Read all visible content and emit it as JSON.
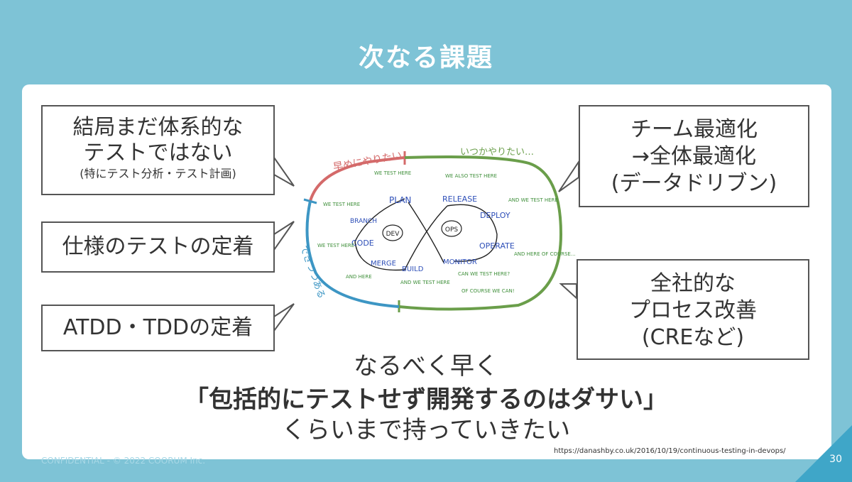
{
  "slide": {
    "title": "次なる課題",
    "page_number": "30",
    "footer": "CONFIDENTIAL - © 2022 COORUM Inc.",
    "source_url": "https://danashby.co.uk/2016/10/19/continuous-testing-in-devops/"
  },
  "callouts": {
    "c1_line1": "結局まだ体系的な",
    "c1_line2": "テストではない",
    "c1_small": "(特にテスト分析・テスト計画)",
    "c2": "仕様のテストの定着",
    "c3": "ATDD・TDDの定着",
    "c4_line1": "チーム最適化",
    "c4_line2": "→全体最適化",
    "c4_line3": "(データドリブン)",
    "c5_line1": "全社的な",
    "c5_line2": "プロセス改善",
    "c5_line3": "(CREなど)"
  },
  "bottom": {
    "line1": "なるべく早く",
    "line2": "「包括的にテストせず開発するのはダサい」",
    "line3": "くらいまで持っていきたい"
  },
  "diagram": {
    "label_early": "早めにやりたい",
    "label_someday": "いつかやりたい…",
    "label_can_do": "できつつある",
    "dev": "DEV",
    "ops": "OPS",
    "plan": "PLAN",
    "branch": "BRANCH",
    "code": "CODE",
    "merge": "MERGE",
    "build": "BUILD",
    "release": "RELEASE",
    "deploy": "DEPLOY",
    "operate": "OPERATE",
    "monitor": "MONITOR",
    "n_plan": "WE TEST HERE",
    "n_branch": "WE TEST HERE",
    "n_code": "WE TEST HERE",
    "n_merge": "AND HERE",
    "n_build": "AND WE TEST HERE",
    "n_release": "WE ALSO TEST HERE",
    "n_deploy": "AND WE TEST HERE",
    "n_operate": "AND HERE OF COURSE...",
    "n_monitor1": "CAN WE TEST HERE?",
    "n_monitor2": "OF COURSE WE CAN!",
    "colors": {
      "red": "#d46a6a",
      "green": "#6a9e4a",
      "blue": "#3d96c4",
      "ink": "#2e4fb8",
      "note": "#3f8f3a"
    }
  }
}
